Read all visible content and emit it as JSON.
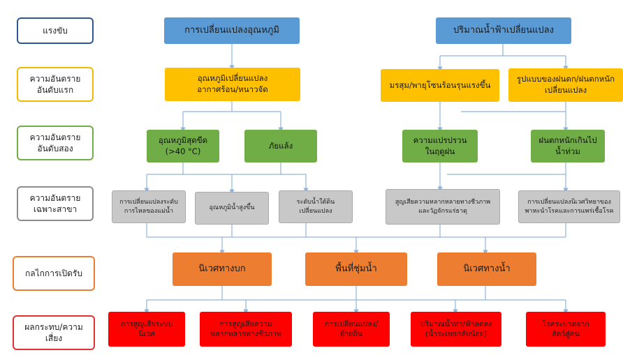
{
  "row_labels": {
    "driver": "แรงขับ",
    "primary_hazard": "ความอันตราย\nอันดับแรก",
    "secondary_hazard": "ความอันตราย\nอันดับสอง",
    "specific_hazard": "ความอันตราย\nเฉพาะสาขา",
    "exposure": "กลไกการเปิดรับ",
    "impact": "ผลกระทบ/ความ\nเสี่ยง"
  },
  "drivers": {
    "temperature_change": "การเปลี่ยนแปลงอุณหภูมิ",
    "rainfall_change": "ปริมาณน้ำฟ้าเปลี่ยนแปลง"
  },
  "primary": {
    "temp_weather": "อุณหภูมิเปลี่ยนแปลง\nอากาศร้อน/หนาวจัด",
    "storm": "มรสุม/พายุโซนร้อนรุนแรงขึ้น",
    "rain_pattern": "รูปแบบของฝนตก/ฝนตกหนัก\nเปลี่ยนแปลง"
  },
  "secondary": {
    "extreme_heat": "อุณหภูมิสุดขีด\n(>40 °C)",
    "drought": "ภัยแล้ง",
    "rainy_season": "ความแปรปรวน\nในฤดูฝน",
    "heavy_rain_flood": "ฝนตกหนักเกินไป\nน้ำท่วม"
  },
  "specific": {
    "river_level": "การเปลี่ยนแปลงระดับ\nการไหลของแม่น้ำ",
    "water_temp": "อุณหภูมิน้ำสูงขึ้น",
    "groundwater": "ระดับน้ำใต้ดิน\nเปลี่ยนแปลง",
    "biodiversity_loss": "สูญเสียความหลากหลายทางชีวภาพ\nและวัฏจักรแร่ธาตุ",
    "disease_ecology": "การเปลี่ยนแปลงนิเวศวิทยาของ\nพาหะนำโรคและการแพร่เชื้อโรค"
  },
  "exposure": {
    "terrestrial": "นิเวศทางบก",
    "wetland": "พื้นที่ชุ่มน้ำ",
    "aquatic": "นิเวศทางน้ำ"
  },
  "impacts": {
    "ecosystem_loss": "การสูญเสียระบบ\nนิเวศ",
    "biodiversity_loss": "การสูญเสียความ\nหลากหลายทางชีวภาพ",
    "migration": "การเปลี่ยนแปลง/\nย้ายถิ่น",
    "runoff_decrease": "ปริมาณน้ำท่า/ฟ้าลดลง\n(น้ำระเหยกลับน้อย)",
    "zoonotic_disease": "โรคระบาดจาก\nสัตว์สู่คน"
  },
  "colors": {
    "driver": "#5b9bd5",
    "primary": "#ffc000",
    "secondary": "#70ad47",
    "specific": "#c8c8c8",
    "exposure": "#ed7d31",
    "impact": "#ff0000",
    "connector": "#8fb3d9"
  }
}
